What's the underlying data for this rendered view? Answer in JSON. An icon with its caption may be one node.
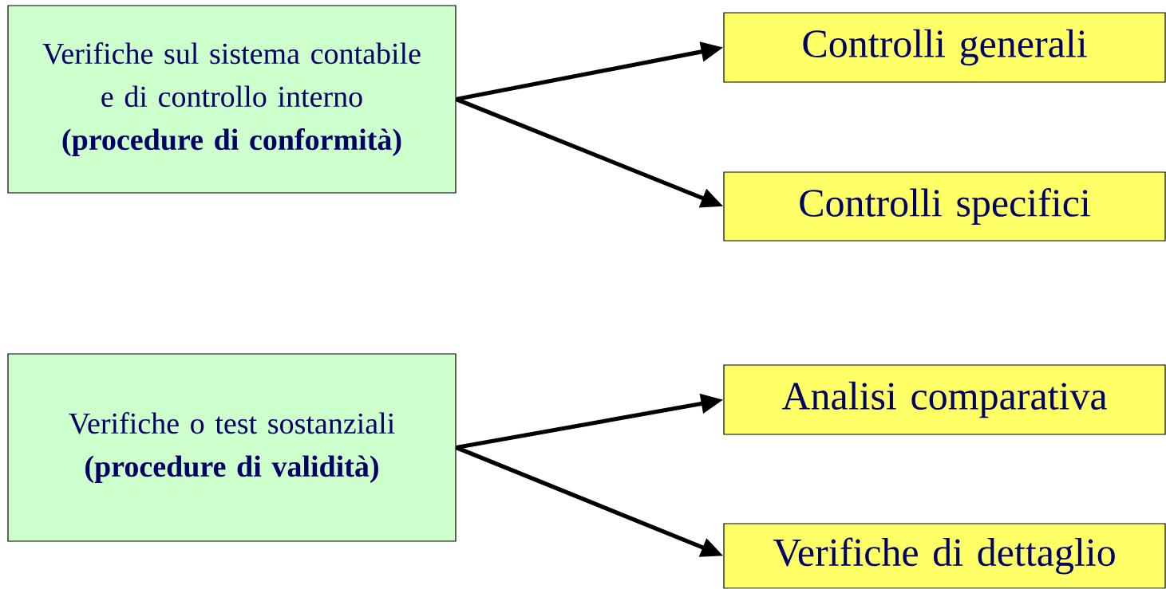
{
  "diagram": {
    "nodes": [
      {
        "text": [
          "Verifiche sul sistema contabile e di controllo interno",
          "(procedure di conformità)"
        ]
      },
      {
        "text": [
          "Controlli generali"
        ]
      },
      {
        "text": [
          "Controlli specifici"
        ]
      },
      {
        "text": [
          "Verifiche o test sostanziali",
          "(procedure di validità)"
        ]
      },
      {
        "text": [
          "Analisi comparativa"
        ]
      },
      {
        "text": [
          "Verifiche di dettaglio"
        ]
      }
    ],
    "edges": [
      {
        "from": 0,
        "to": 1,
        "arrow": "to"
      },
      {
        "from": 0,
        "to": 2,
        "arrow": "to"
      },
      {
        "from": 3,
        "to": 4,
        "arrow": "to"
      },
      {
        "from": 3,
        "to": 5,
        "arrow": "to"
      }
    ]
  }
}
